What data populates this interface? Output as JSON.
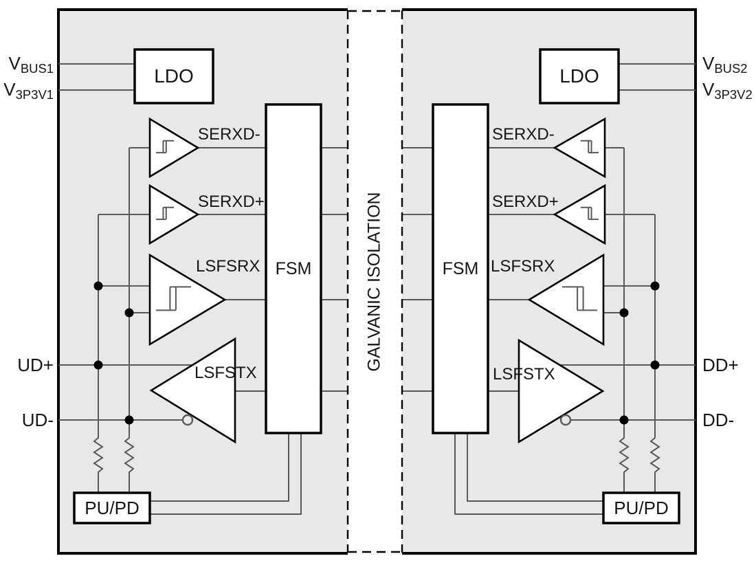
{
  "colors": {
    "panel_fill": "#e8e8e8",
    "isolation_fill": "#ffffff",
    "wire": "#58595b",
    "outline": "#000000",
    "text": "#161616"
  },
  "isolation": {
    "label": "GALVANIC ISOLATION"
  },
  "left": {
    "vbus": {
      "base": "V",
      "sub": "BUS1"
    },
    "v3p3": {
      "base": "V",
      "sub": "3P3V1"
    },
    "dplus": "UD+",
    "dminus": "UD-",
    "ldo": "LDO",
    "fsm": "FSM",
    "pupd": "PU/PD",
    "serxd_minus": "SERXD-",
    "serxd_plus": "SERXD+",
    "lsfsrx": "LSFSRX",
    "lsfstx": "LSFSTX"
  },
  "right": {
    "vbus": {
      "base": "V",
      "sub": "BUS2"
    },
    "v3p3": {
      "base": "V",
      "sub": "3P3V2"
    },
    "dplus": "DD+",
    "dminus": "DD-",
    "ldo": "LDO",
    "fsm": "FSM",
    "pupd": "PU/PD",
    "serxd_minus": "SERXD-",
    "serxd_plus": "SERXD+",
    "lsfsrx": "LSFSRX",
    "lsfstx": "LSFSTX"
  }
}
